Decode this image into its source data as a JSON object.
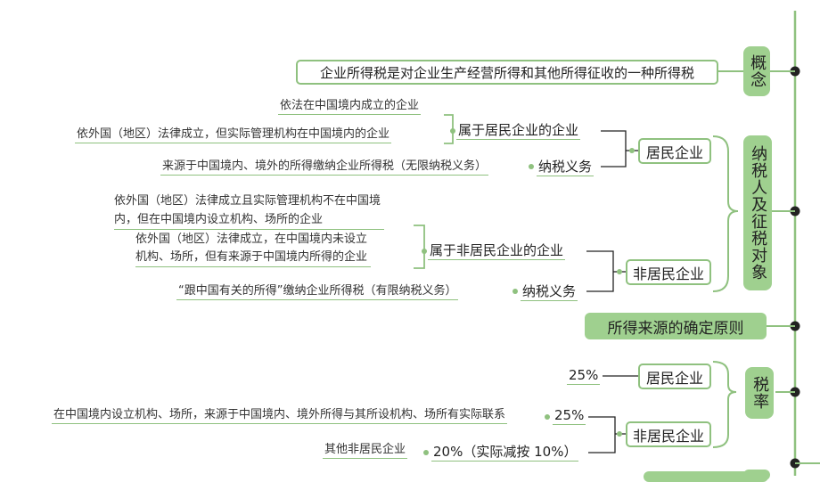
{
  "sections": {
    "concept": {
      "label": "概念",
      "definition": "企业所得税是对企业生产经营所得和其他所得征收的一种所得税"
    },
    "taxpayer": {
      "label": "纳税人及征税对象",
      "resident": {
        "label": "居民企业",
        "belongs": {
          "label": "属于居民企业的企业",
          "items": [
            "依法在中国境内成立的企业",
            "依外国（地区）法律成立，但实际管理机构在中国境内的企业"
          ]
        },
        "obligation": {
          "label": "纳税义务",
          "text": "来源于中国境内、境外的所得缴纳企业所得税（无限纳税义务）"
        }
      },
      "nonresident": {
        "label": "非居民企业",
        "belongs": {
          "label": "属于非居民企业的企业",
          "item1_line1": "依外国（地区）法律成立且实际管理机构不在中国境",
          "item1_line2": "内，但在中国境内设立机构、场所的企业",
          "item2_line1": "依外国（地区）法律成立，在中国境内未设立",
          "item2_line2": "机构、场所，但有来源于中国境内所得的企业"
        },
        "obligation": {
          "label": "纳税义务",
          "text": "“跟中国有关的所得”缴纳企业所得税（有限纳税义务）"
        }
      }
    },
    "source": {
      "label": "所得来源的确定原则"
    },
    "rate": {
      "label": "税率",
      "resident": {
        "label": "居民企业",
        "rate": "25%"
      },
      "nonresident": {
        "label": "非居民企业",
        "rate1": "25%",
        "rate1_condition": "在中国境内设立机构、场所，来源于中国境内、境外所得与其所设机构、场所有实际联系",
        "rate2": "20%（实际减按 10%）",
        "rate2_condition": "其他非居民企业"
      }
    }
  },
  "colors": {
    "accent": "#9fd08f",
    "line": "#8fc17f",
    "node": "#222222"
  }
}
